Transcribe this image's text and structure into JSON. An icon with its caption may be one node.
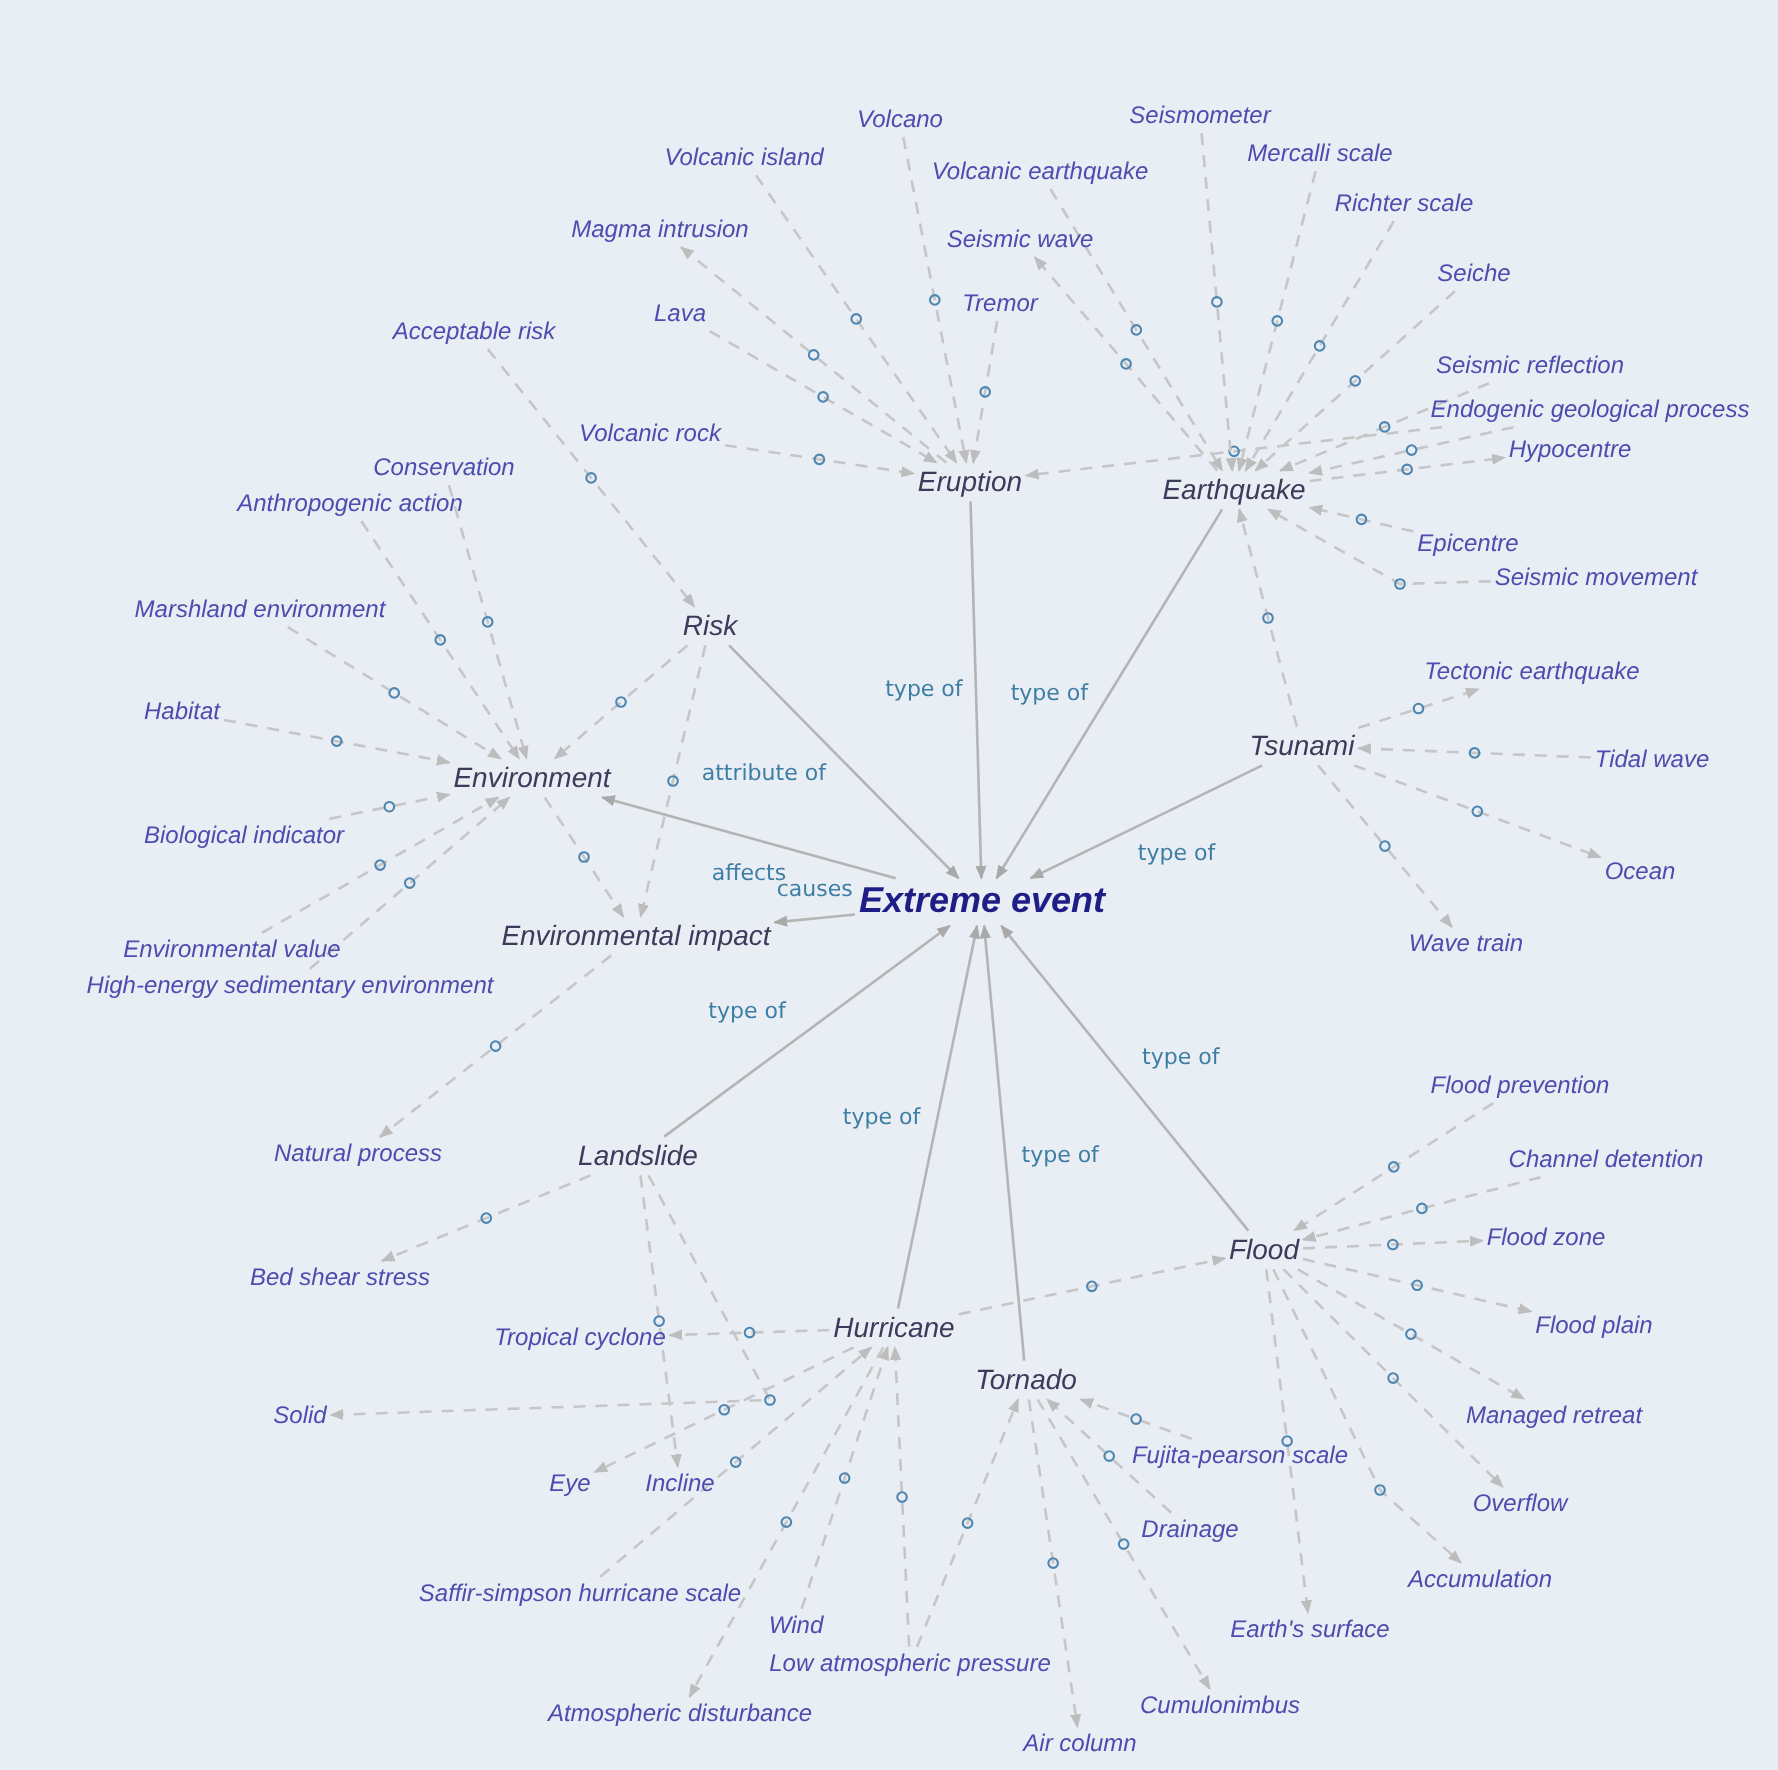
{
  "diagram": {
    "nodes": [
      {
        "text": [
          "Extreme event"
        ]
      },
      {
        "text": [
          "Eruption"
        ]
      },
      {
        "text": [
          "Earthquake"
        ]
      },
      {
        "text": [
          "Tsunami"
        ]
      },
      {
        "text": [
          "Risk"
        ]
      },
      {
        "text": [
          "Environment"
        ]
      },
      {
        "text": [
          "Environmental impact"
        ]
      },
      {
        "text": [
          "Landslide"
        ]
      },
      {
        "text": [
          "Flood"
        ]
      },
      {
        "text": [
          "Hurricane"
        ]
      },
      {
        "text": [
          "Tornado"
        ]
      },
      {
        "text": [
          "Volcano"
        ]
      },
      {
        "text": [
          "Volcanic island"
        ]
      },
      {
        "text": [
          "Volcanic earthquake"
        ]
      },
      {
        "text": [
          "Seismometer"
        ]
      },
      {
        "text": [
          "Mercalli scale"
        ]
      },
      {
        "text": [
          "Seismic wave"
        ]
      },
      {
        "text": [
          "Richter scale"
        ]
      },
      {
        "text": [
          "Magma intrusion"
        ]
      },
      {
        "text": [
          "Seiche"
        ]
      },
      {
        "text": [
          "Tremor"
        ]
      },
      {
        "text": [
          "Endogenic geological process"
        ]
      },
      {
        "text": [
          "Acceptable risk"
        ]
      },
      {
        "text": [
          "Lava"
        ]
      },
      {
        "text": [
          "Seismic reflection"
        ]
      },
      {
        "text": [
          "Volcanic rock"
        ]
      },
      {
        "text": [
          "Hypocentre"
        ]
      },
      {
        "text": [
          "Conservation"
        ]
      },
      {
        "text": [
          "Anthropogenic action"
        ]
      },
      {
        "text": [
          "Epicentre"
        ]
      },
      {
        "text": [
          "Seismic movement"
        ]
      },
      {
        "text": [
          "Marshland environment"
        ]
      },
      {
        "text": [
          "Tectonic earthquake"
        ]
      },
      {
        "text": [
          "Habitat"
        ]
      },
      {
        "text": [
          "Tidal wave"
        ]
      },
      {
        "text": [
          "Biological indicator"
        ]
      },
      {
        "text": [
          "Ocean"
        ]
      },
      {
        "text": [
          "Environmental value"
        ]
      },
      {
        "text": [
          "Wave train"
        ]
      },
      {
        "text": [
          "High-energy sedimentary environment"
        ]
      },
      {
        "text": [
          "Natural process"
        ]
      },
      {
        "text": [
          "Flood prevention"
        ]
      },
      {
        "text": [
          "Channel detention"
        ]
      },
      {
        "text": [
          "Flood zone"
        ]
      },
      {
        "text": [
          "Bed shear stress"
        ]
      },
      {
        "text": [
          "Flood plain"
        ]
      },
      {
        "text": [
          "Tropical cyclone"
        ]
      },
      {
        "text": [
          "Solid"
        ]
      },
      {
        "text": [
          "Managed retreat"
        ]
      },
      {
        "text": [
          "Fujita-pearson scale"
        ]
      },
      {
        "text": [
          "Eye"
        ]
      },
      {
        "text": [
          "Incline"
        ]
      },
      {
        "text": [
          "Overflow"
        ]
      },
      {
        "text": [
          "Drainage"
        ]
      },
      {
        "text": [
          "Accumulation"
        ]
      },
      {
        "text": [
          "Saffir-simpson hurricane scale"
        ]
      },
      {
        "text": [
          "Wind"
        ]
      },
      {
        "text": [
          "Earth's surface"
        ]
      },
      {
        "text": [
          "Low atmospheric pressure"
        ]
      },
      {
        "text": [
          "Atmospheric disturbance"
        ]
      },
      {
        "text": [
          "Cumulonimbus"
        ]
      },
      {
        "text": [
          "Air column"
        ]
      }
    ],
    "edges": [
      {
        "from": 1,
        "to": 0,
        "arrow": "to",
        "label": "type of"
      },
      {
        "from": 2,
        "to": 0,
        "arrow": "to",
        "label": "type of"
      },
      {
        "from": 3,
        "to": 0,
        "arrow": "to",
        "label": "type of"
      },
      {
        "from": 4,
        "to": 0,
        "arrow": "to",
        "label": "attribute of"
      },
      {
        "from": 0,
        "to": 5,
        "arrow": "to",
        "label": "affects"
      },
      {
        "from": 0,
        "to": 6,
        "arrow": "to",
        "label": "causes"
      },
      {
        "from": 7,
        "to": 0,
        "arrow": "to",
        "label": "type of"
      },
      {
        "from": 8,
        "to": 0,
        "arrow": "to",
        "label": "type of"
      },
      {
        "from": 9,
        "to": 0,
        "arrow": "to",
        "label": "type of"
      },
      {
        "from": 10,
        "to": 0,
        "arrow": "to",
        "label": "type of"
      },
      {
        "from": 11,
        "to": 1,
        "arrow": "to",
        "style": "dashed"
      },
      {
        "from": 12,
        "to": 1,
        "arrow": "to",
        "style": "dashed"
      },
      {
        "from": 1,
        "to": 18,
        "arrow": "to",
        "style": "dashed"
      },
      {
        "from": 23,
        "to": 1,
        "arrow": "to",
        "style": "dashed"
      },
      {
        "from": 25,
        "to": 1,
        "arrow": "to",
        "style": "dashed"
      },
      {
        "from": 20,
        "to": 1,
        "arrow": "to",
        "style": "dashed"
      },
      {
        "from": 21,
        "to": 1,
        "arrow": "to",
        "style": "dashed"
      },
      {
        "from": 13,
        "to": 2,
        "arrow": "to",
        "style": "dashed"
      },
      {
        "from": 2,
        "to": 16,
        "arrow": "to",
        "style": "dashed"
      },
      {
        "from": 14,
        "to": 2,
        "arrow": "to",
        "style": "dashed"
      },
      {
        "from": 15,
        "to": 2,
        "arrow": "to",
        "style": "dashed"
      },
      {
        "from": 17,
        "to": 2,
        "arrow": "to",
        "style": "dashed"
      },
      {
        "from": 19,
        "to": 2,
        "arrow": "to",
        "style": "dashed"
      },
      {
        "from": 24,
        "to": 2,
        "arrow": "to",
        "style": "dashed"
      },
      {
        "from": 2,
        "to": 26,
        "arrow": "to",
        "style": "dashed"
      },
      {
        "from": 29,
        "to": 2,
        "arrow": "to",
        "style": "dashed"
      },
      {
        "from": 30,
        "to": 2,
        "arrow": "to",
        "style": "dashed"
      },
      {
        "from": 21,
        "to": 2,
        "arrow": "to",
        "style": "dashed"
      },
      {
        "from": 3,
        "to": 2,
        "arrow": "to",
        "style": "dashed"
      },
      {
        "from": 3,
        "to": 32,
        "arrow": "to",
        "style": "dashed"
      },
      {
        "from": 34,
        "to": 3,
        "arrow": "to",
        "style": "dashed"
      },
      {
        "from": 3,
        "to": 36,
        "arrow": "to",
        "style": "dashed"
      },
      {
        "from": 3,
        "to": 38,
        "arrow": "to",
        "style": "dashed"
      },
      {
        "from": 22,
        "to": 4,
        "arrow": "to",
        "style": "dashed"
      },
      {
        "from": 4,
        "to": 5,
        "arrow": "to",
        "style": "dashed"
      },
      {
        "from": 4,
        "to": 6,
        "arrow": "to",
        "style": "dashed"
      },
      {
        "from": 27,
        "to": 5,
        "arrow": "to",
        "style": "dashed"
      },
      {
        "from": 28,
        "to": 5,
        "arrow": "to",
        "style": "dashed"
      },
      {
        "from": 31,
        "to": 5,
        "arrow": "to",
        "style": "dashed"
      },
      {
        "from": 33,
        "to": 5,
        "arrow": "to",
        "style": "dashed"
      },
      {
        "from": 35,
        "to": 5,
        "arrow": "to",
        "style": "dashed"
      },
      {
        "from": 37,
        "to": 5,
        "arrow": "to",
        "style": "dashed"
      },
      {
        "from": 39,
        "to": 5,
        "arrow": "to",
        "style": "dashed"
      },
      {
        "from": 5,
        "to": 6,
        "arrow": "to",
        "style": "dashed"
      },
      {
        "from": 6,
        "to": 40,
        "arrow": "to",
        "style": "dashed"
      },
      {
        "from": 7,
        "to": 44,
        "arrow": "to",
        "style": "dashed"
      },
      {
        "from": 7,
        "to": 47,
        "arrow": "to",
        "style": "dashed"
      },
      {
        "from": 7,
        "to": 51,
        "arrow": "to",
        "style": "dashed"
      },
      {
        "from": 9,
        "to": 46,
        "arrow": "to",
        "style": "dashed"
      },
      {
        "from": 9,
        "to": 50,
        "arrow": "to",
        "style": "dashed"
      },
      {
        "from": 55,
        "to": 9,
        "arrow": "to",
        "style": "dashed"
      },
      {
        "from": 56,
        "to": 9,
        "arrow": "to",
        "style": "dashed"
      },
      {
        "from": 58,
        "to": 9,
        "arrow": "to",
        "style": "dashed"
      },
      {
        "from": 9,
        "to": 8,
        "arrow": "to",
        "style": "dashed"
      },
      {
        "from": 9,
        "to": 59,
        "arrow": "to",
        "style": "dashed"
      },
      {
        "from": 10,
        "to": 61,
        "arrow": "to",
        "style": "dashed"
      },
      {
        "from": 10,
        "to": 60,
        "arrow": "to",
        "style": "dashed"
      },
      {
        "from": 49,
        "to": 10,
        "arrow": "to",
        "style": "dashed"
      },
      {
        "from": 53,
        "to": 10,
        "arrow": "to",
        "style": "dashed"
      },
      {
        "from": 58,
        "to": 10,
        "arrow": "to",
        "style": "dashed"
      },
      {
        "from": 41,
        "to": 8,
        "arrow": "to",
        "style": "dashed"
      },
      {
        "from": 42,
        "to": 8,
        "arrow": "to",
        "style": "dashed"
      },
      {
        "from": 8,
        "to": 43,
        "arrow": "to",
        "style": "dashed"
      },
      {
        "from": 8,
        "to": 45,
        "arrow": "to",
        "style": "dashed"
      },
      {
        "from": 8,
        "to": 48,
        "arrow": "to",
        "style": "dashed"
      },
      {
        "from": 8,
        "to": 52,
        "arrow": "to",
        "style": "dashed"
      },
      {
        "from": 8,
        "to": 54,
        "arrow": "to",
        "style": "dashed"
      },
      {
        "from": 8,
        "to": 57,
        "arrow": "to",
        "style": "dashed"
      }
    ]
  }
}
